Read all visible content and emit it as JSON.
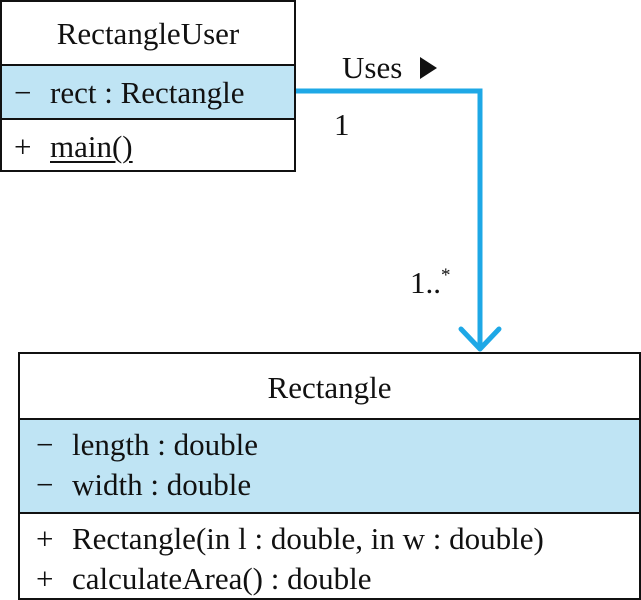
{
  "colors": {
    "attribute_fill": "#bfe4f4",
    "association_line": "#1ea8e6",
    "border": "#111111"
  },
  "classes": [
    {
      "name": "RectangleUser",
      "attributes": [
        {
          "visibility": "−",
          "text": "rect : Rectangle"
        }
      ],
      "operations": [
        {
          "visibility": "+",
          "text": "main()",
          "static": true
        }
      ]
    },
    {
      "name": "Rectangle",
      "attributes": [
        {
          "visibility": "−",
          "text": "length : double"
        },
        {
          "visibility": "−",
          "text": "width : double"
        }
      ],
      "operations": [
        {
          "visibility": "+",
          "text": "Rectangle(in l : double, in w : double)"
        },
        {
          "visibility": "+",
          "text": "calculateArea() : double"
        }
      ]
    }
  ],
  "association": {
    "name": "Uses",
    "direction_icon": "triangle-right-icon",
    "source_multiplicity": "1",
    "target_multiplicity_base": "1..",
    "target_multiplicity_sup": "*"
  }
}
